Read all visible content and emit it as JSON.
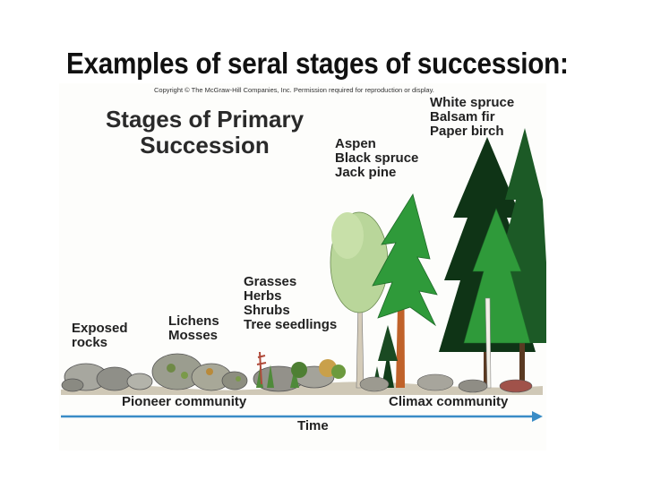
{
  "slide": {
    "title": "Examples of seral stages of succession:"
  },
  "figure": {
    "copyright": "Copyright © The McGraw-Hill Companies, Inc. Permission required for reproduction or display.",
    "title_line1": "Stages of Primary",
    "title_line2": "Succession",
    "stages": [
      {
        "lines": [
          "Exposed",
          "rocks"
        ]
      },
      {
        "lines": [
          "Lichens",
          "Mosses"
        ]
      },
      {
        "lines": [
          "Grasses",
          "Herbs",
          "Shrubs",
          "Tree seedlings"
        ]
      },
      {
        "lines": [
          "Aspen",
          "Black spruce",
          "Jack pine"
        ]
      },
      {
        "lines": [
          "White spruce",
          "Balsam fir",
          "Paper birch"
        ]
      }
    ],
    "pioneer_label": "Pioneer community",
    "climax_label": "Climax community",
    "time_label": "Time",
    "colors": {
      "arrow": "#3a8cc6",
      "rock": "#9a9a94",
      "dark_conifer": "#123d1a",
      "bright_conifer": "#2f9a3a",
      "light_tree": "#b9d69a",
      "trunk": "#c0622a"
    }
  }
}
